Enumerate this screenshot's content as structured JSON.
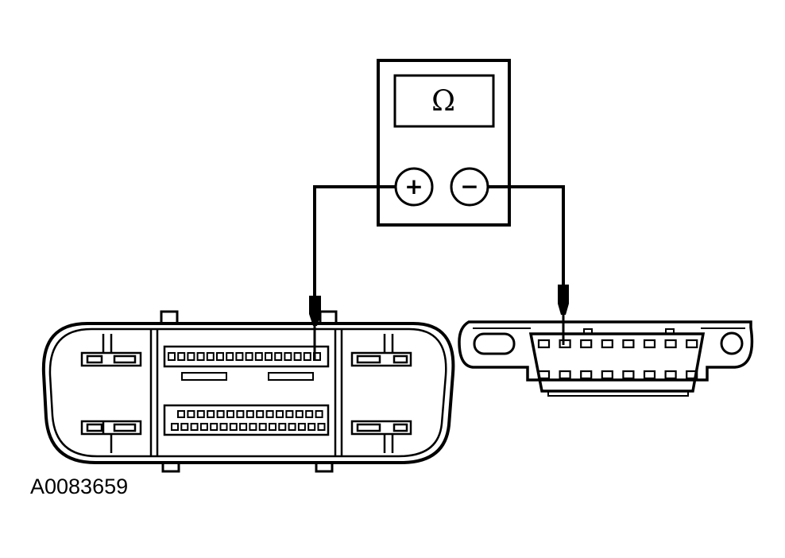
{
  "meter": {
    "display_symbol": "Ω",
    "positive_label": "+",
    "negative_label": "−"
  },
  "figure_id": "A0083659",
  "colors": {
    "ink": "#000000",
    "paper": "#ffffff"
  },
  "module_connector": {
    "upper_row_pins": 16,
    "middle_row_pins": 15,
    "bottom_row_pins": 16
  },
  "dlc_connector": {
    "top_row_pins": 8,
    "bottom_row_pins": 8
  }
}
